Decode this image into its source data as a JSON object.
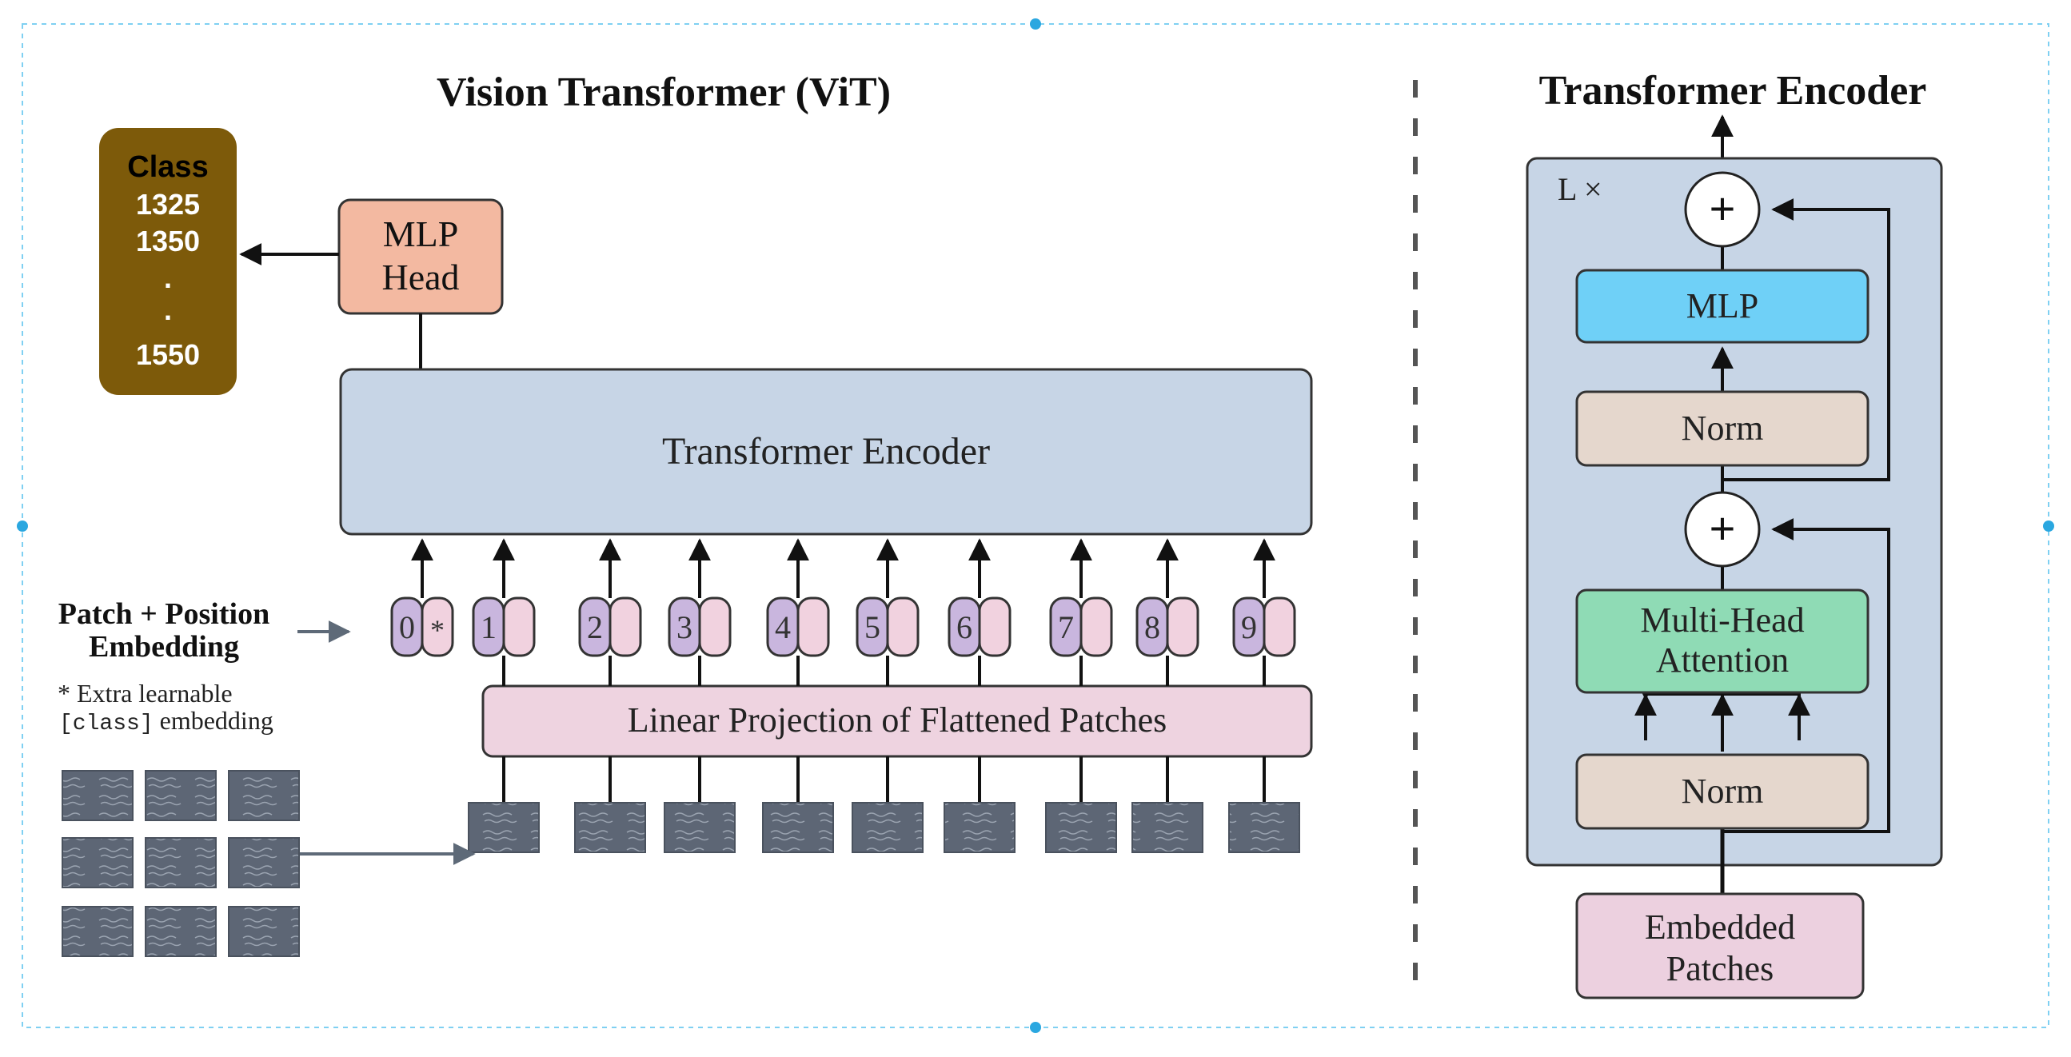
{
  "vit": {
    "title": "Vision Transformer (ViT)",
    "class_box": {
      "header": "Class",
      "values": [
        "1325",
        "1350",
        ".",
        ".",
        "1550"
      ]
    },
    "mlp_head": [
      "MLP",
      "Head"
    ],
    "encoder_label": "Transformer Encoder",
    "embedding_label": [
      "Patch + Position",
      "Embedding"
    ],
    "extra_note": [
      "* Extra learnable",
      "[class]",
      " embedding"
    ],
    "tokens": [
      {
        "index": "0",
        "mark": "*"
      },
      {
        "index": "1",
        "mark": ""
      },
      {
        "index": "2",
        "mark": ""
      },
      {
        "index": "3",
        "mark": ""
      },
      {
        "index": "4",
        "mark": ""
      },
      {
        "index": "5",
        "mark": ""
      },
      {
        "index": "6",
        "mark": ""
      },
      {
        "index": "7",
        "mark": ""
      },
      {
        "index": "8",
        "mark": ""
      },
      {
        "index": "9",
        "mark": ""
      }
    ],
    "projection_label": "Linear Projection of Flattened Patches"
  },
  "encoder": {
    "title": "Transformer Encoder",
    "repeat_label": "L ×",
    "plus": "+",
    "mlp": "MLP",
    "norm_top": "Norm",
    "attention": [
      "Multi-Head",
      "Attention"
    ],
    "norm_bottom": "Norm",
    "embedded": [
      "Embedded",
      "Patches"
    ]
  },
  "colors": {
    "class_box": "#7d5a0a",
    "mlp_head": "#f3b9a1",
    "encoder_block": "#c7d5e6",
    "token_purple": "#c9b6de",
    "token_pink": "#f1d2df",
    "projection": "#eed3e0",
    "patch": "#5d6675",
    "mlp_block": "#6fd0f7",
    "norm_block": "#e5d7cd",
    "attention_block": "#8fdbb5",
    "embedded_block": "#ecd0df",
    "arrow": "#111111",
    "gray_arrow": "#5e6a78"
  }
}
